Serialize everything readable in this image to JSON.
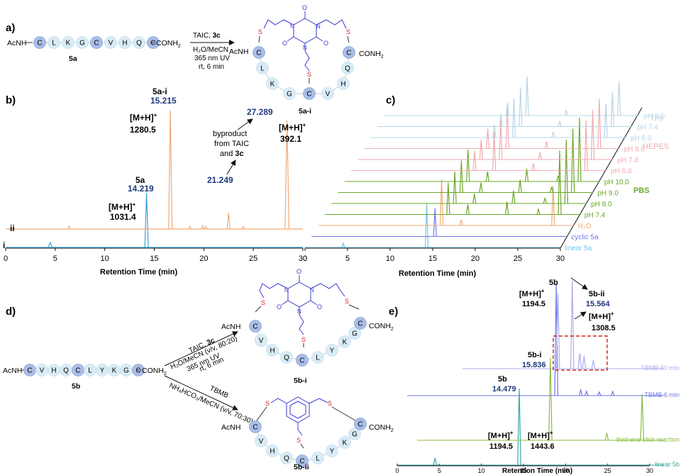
{
  "panels": {
    "a": {
      "label": "a)",
      "linear_seq": [
        "C",
        "L",
        "K",
        "G",
        "C",
        "V",
        "H",
        "Q",
        "C"
      ],
      "acnh": "AcNH",
      "conh2": "CONH",
      "conh2_sub": "2",
      "compound_left": "5a",
      "compound_right": "5a-i",
      "reagent_line1_a": "TAIC, ",
      "reagent_line1_b": "3c",
      "reagent_line2": "H₂O/MeCN",
      "reagent_line3": "365 nm UV",
      "reagent_line4": "rt, 6 min",
      "cyclic_left": [
        "C",
        "L",
        "K",
        "G"
      ],
      "cyclic_center": "C",
      "cyclic_right": [
        "V",
        "H",
        "Q",
        "C"
      ],
      "taic_o": "O",
      "taic_n": "N",
      "taic_s": "S"
    },
    "b": {
      "label": "b)",
      "trace_i": "i",
      "trace_ii": "ii",
      "xlabel": "Retention Time (min)",
      "xticks": [
        "0",
        "5",
        "10",
        "15",
        "20",
        "25",
        "30"
      ],
      "peaks": {
        "p5a_name": "5a",
        "p5a_rt": "14.219",
        "p5a_ion": "[M+H]",
        "p5a_mass": "1031.4",
        "p5ai_name": "5a-i",
        "p5ai_rt": "15.215",
        "p5ai_ion": "[M+H]",
        "p5ai_mass": "1280.5",
        "p2_rt": "21.249",
        "p3_rt": "27.289",
        "p3_ion": "[M+H]",
        "p3_mass": "392.1",
        "byproduct_line1": "byproduct",
        "byproduct_line2": "from TAIC",
        "byproduct_line3a": "and ",
        "byproduct_line3b": "3c",
        "plus": "+"
      }
    },
    "c": {
      "label": "c)",
      "xlabel": "Retention Time (min)",
      "xticks": [
        "0",
        "5",
        "10",
        "15",
        "20",
        "25",
        "30"
      ],
      "traces": [
        "linear 5a",
        "cyclic 5a",
        "H₂O",
        "pH 7.4",
        "pH 8.0",
        "pH 9.0",
        "pH 10.0",
        "pH 6.0",
        "pH 7.4",
        "pH 8.0",
        "pH 6.0",
        "pH 7.4",
        "pH 8.0"
      ],
      "group_pbs": "PBS",
      "group_hepes": "HEPES",
      "group_tris": "Tris",
      "colors": {
        "linear": "#79c3e3",
        "cyclic": "#6f77e6",
        "water": "#f0aa78",
        "pbs": "#6aa82a",
        "hepes": "#f2aab0",
        "tris": "#b8d4e6"
      }
    },
    "d": {
      "label": "d)",
      "linear_seq": [
        "C",
        "V",
        "H",
        "Q",
        "C",
        "L",
        "Y",
        "K",
        "G",
        "C"
      ],
      "acnh": "AcNH",
      "conh2": "CONH",
      "conh2_sub": "2",
      "compound_left": "5b",
      "top_product": "5b-i",
      "bottom_product": "5b-ii",
      "top_reagent_1a": "TAIC, ",
      "top_reagent_1b": "3c",
      "top_reagent_2": "H₂O/MeCN (v/v, 80:20)",
      "top_reagent_3": "365 nm UV",
      "top_reagent_4": "rt, 6 min",
      "bottom_reagent_1": "TBMB",
      "bottom_reagent_2": "NH₄HCO₃/MeCN (v/v, 70:30)",
      "cyclic_left": [
        "C",
        "V",
        "H",
        "Q"
      ],
      "cyclic_center": "C",
      "cyclic_right": [
        "L",
        "Y",
        "K",
        "G",
        "C"
      ]
    },
    "e": {
      "label": "e)",
      "xlabel": "Retention Time (min)",
      "xticks": [
        "0",
        "5",
        "10",
        "15",
        "20",
        "25",
        "30"
      ],
      "trace_labels": [
        "TBMB 60 min",
        "TBMB 6 min",
        "thiol-ene click reaction",
        "linear 5b"
      ],
      "peak_5b_top": "5b",
      "peak_5b_top_ion": "[M+H]",
      "peak_5b_top_mass": "1194.5",
      "peak_5bii_name": "5b-ii",
      "peak_5bii_rt": "15.564",
      "peak_5bii_ion": "[M+H]",
      "peak_5bii_mass": "1308.5",
      "peak_5bi_name": "5b-i",
      "peak_5bi_rt": "15.836",
      "peak_5b_name": "5b",
      "peak_5b_rt": "14.479",
      "peak_5b_ion": "[M+H]",
      "peak_5b_mass": "1194.5",
      "peak_5bi_ion": "[M+H]",
      "peak_5bi_mass": "1443.6",
      "plus": "+"
    }
  }
}
